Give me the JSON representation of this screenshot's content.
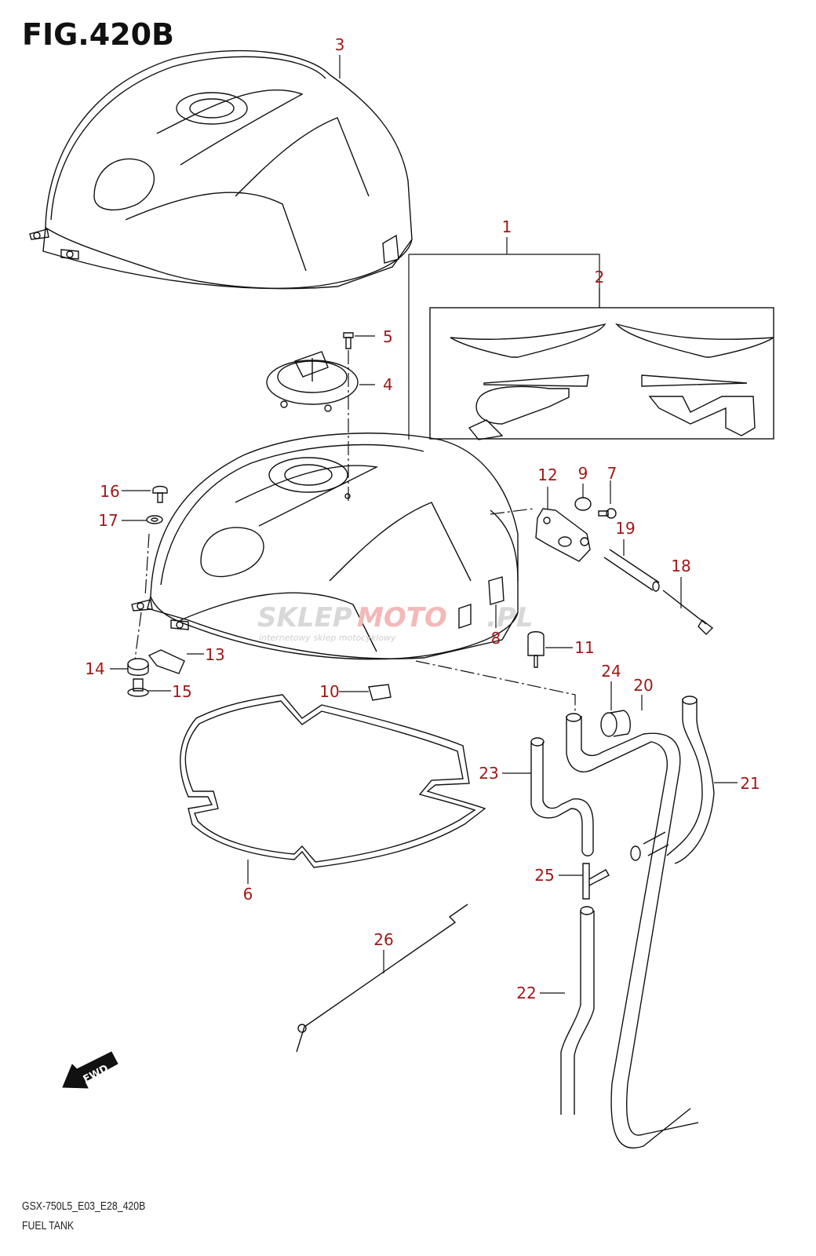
{
  "figure": {
    "title": "FIG.420B",
    "model_code": "GSX-750L5_E03_E28_420B",
    "section_name": "FUEL TANK"
  },
  "watermark": {
    "brand_gray": "SKLEP",
    "brand_red": "MOTO",
    "brand_suffix": ".PL",
    "tagline": "internetowy sklep motocyklowy"
  },
  "direction_badge": {
    "label": "FWD",
    "icon": "fwd-arrow-icon"
  },
  "colors": {
    "callout": "#a01818",
    "line": "#111111",
    "background": "#ffffff"
  },
  "callouts": [
    {
      "id": "1",
      "label": "1"
    },
    {
      "id": "2",
      "label": "2"
    },
    {
      "id": "3",
      "label": "3"
    },
    {
      "id": "4",
      "label": "4"
    },
    {
      "id": "5",
      "label": "5"
    },
    {
      "id": "6",
      "label": "6"
    },
    {
      "id": "7",
      "label": "7"
    },
    {
      "id": "8",
      "label": "8"
    },
    {
      "id": "9",
      "label": "9"
    },
    {
      "id": "10",
      "label": "10"
    },
    {
      "id": "11",
      "label": "11"
    },
    {
      "id": "12",
      "label": "12"
    },
    {
      "id": "13",
      "label": "13"
    },
    {
      "id": "14",
      "label": "14"
    },
    {
      "id": "15",
      "label": "15"
    },
    {
      "id": "16",
      "label": "16"
    },
    {
      "id": "17",
      "label": "17"
    },
    {
      "id": "18",
      "label": "18"
    },
    {
      "id": "19",
      "label": "19"
    },
    {
      "id": "20",
      "label": "20"
    },
    {
      "id": "21",
      "label": "21"
    },
    {
      "id": "22",
      "label": "22"
    },
    {
      "id": "23",
      "label": "23"
    },
    {
      "id": "24",
      "label": "24"
    },
    {
      "id": "25",
      "label": "25"
    },
    {
      "id": "26",
      "label": "26"
    }
  ]
}
